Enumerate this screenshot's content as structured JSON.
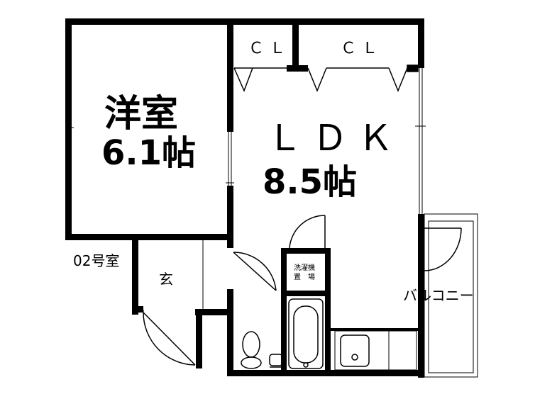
{
  "rooms": {
    "western": {
      "name": "洋室",
      "area": "6.1帖"
    },
    "ldk": {
      "name": "ＬＤＫ",
      "area": "8.5帖"
    },
    "closet_left": {
      "name": "ＣＬ"
    },
    "closet_right": {
      "name": "ＣＬ"
    },
    "entrance": {
      "name": "玄"
    },
    "balcony": {
      "name": "バルコニー"
    },
    "washer": {
      "line1": "洗濯機",
      "line2": "置　場"
    }
  },
  "unit_label": "02号室",
  "colors": {
    "wall": "#000000",
    "background": "#ffffff",
    "line": "#000000"
  }
}
